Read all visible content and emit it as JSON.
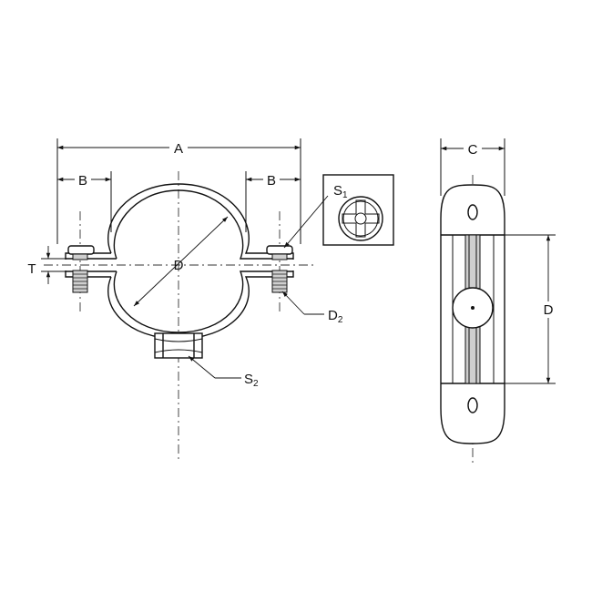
{
  "labels": {
    "A": "A",
    "B": "B",
    "C": "C",
    "D": "D",
    "T": "T",
    "S1": {
      "main": "S",
      "sub": "1"
    },
    "S2": {
      "main": "S",
      "sub": "2"
    },
    "D2": {
      "main": "D",
      "sub": "2"
    }
  }
}
